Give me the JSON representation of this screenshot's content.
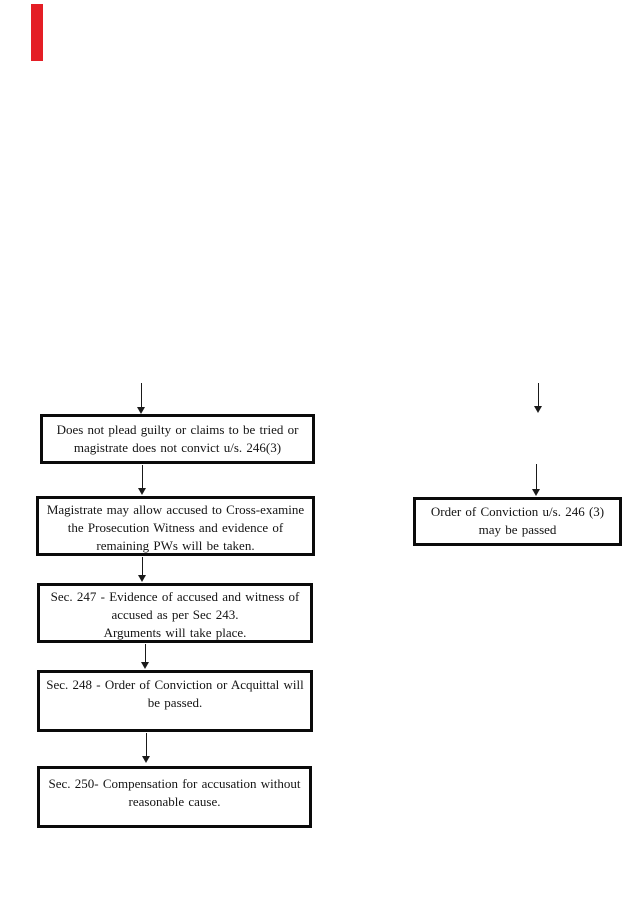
{
  "page": {
    "kind": "presentation-slide-flowchart",
    "background": "#ffffff"
  },
  "accent": {
    "red_bar_color": "#e41e25"
  },
  "flowchart": {
    "left_column": [
      {
        "lines": [
          "Does not plead guilty or claims to be tried or",
          "magistrate does not convict u/s. 246(3)"
        ]
      },
      {
        "lines": [
          "Magistrate may allow accused to Cross-examine",
          "the Prosecution Witness and evidence of",
          "remaining PWs will be taken."
        ]
      },
      {
        "lines": [
          "Sec. 247 - Evidence of accused and witness of",
          "accused as per Sec 243.",
          "Arguments will take place."
        ]
      },
      {
        "lines": [
          "Sec. 248 - Order of Conviction or Acquittal will",
          "be passed."
        ]
      },
      {
        "lines": [
          "Sec. 250- Compensation for accusation without",
          "reasonable cause."
        ]
      }
    ],
    "right_column": [
      {
        "lines": [
          "Order of Conviction u/s. 246 (3)",
          "may be passed"
        ]
      }
    ]
  }
}
